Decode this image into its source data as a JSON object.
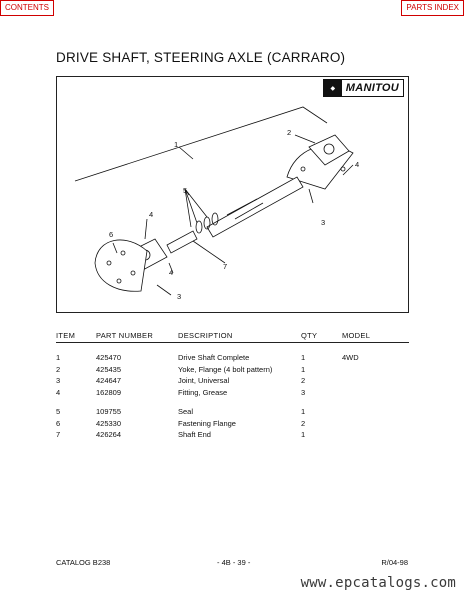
{
  "nav": {
    "contents_label": "CONTENTS",
    "parts_index_label": "PARTS INDEX"
  },
  "page_title": "DRIVE SHAFT, STEERING AXLE (CARRARO)",
  "logo": {
    "text": "MANITOU"
  },
  "figure": {
    "callouts": [
      "1",
      "2",
      "3",
      "4",
      "4",
      "4",
      "5",
      "6",
      "7",
      "3"
    ]
  },
  "table": {
    "headers": {
      "item": "ITEM",
      "part_number": "PART NUMBER",
      "description": "DESCRIPTION",
      "qty": "QTY",
      "model": "MODEL"
    },
    "rows": [
      {
        "item": "1",
        "part_number": "425470",
        "description": "Drive Shaft Complete",
        "qty": "1",
        "model": "4WD"
      },
      {
        "item": "2",
        "part_number": "425435",
        "description": "Yoke, Flange (4 bolt pattern)",
        "qty": "1",
        "model": ""
      },
      {
        "item": "3",
        "part_number": "424647",
        "description": "Joint, Universal",
        "qty": "2",
        "model": ""
      },
      {
        "item": "4",
        "part_number": "162809",
        "description": "Fitting, Grease",
        "qty": "3",
        "model": ""
      },
      {
        "item": "5",
        "part_number": "109755",
        "description": "Seal",
        "qty": "1",
        "model": ""
      },
      {
        "item": "6",
        "part_number": "425330",
        "description": "Fastening Flange",
        "qty": "2",
        "model": ""
      },
      {
        "item": "7",
        "part_number": "426264",
        "description": "Shaft End",
        "qty": "1",
        "model": ""
      }
    ]
  },
  "footer": {
    "catalog": "CATALOG B238",
    "page": "- 4B - 39 -",
    "revision": "R/04-98"
  },
  "watermark": "www.epcatalogs.com"
}
